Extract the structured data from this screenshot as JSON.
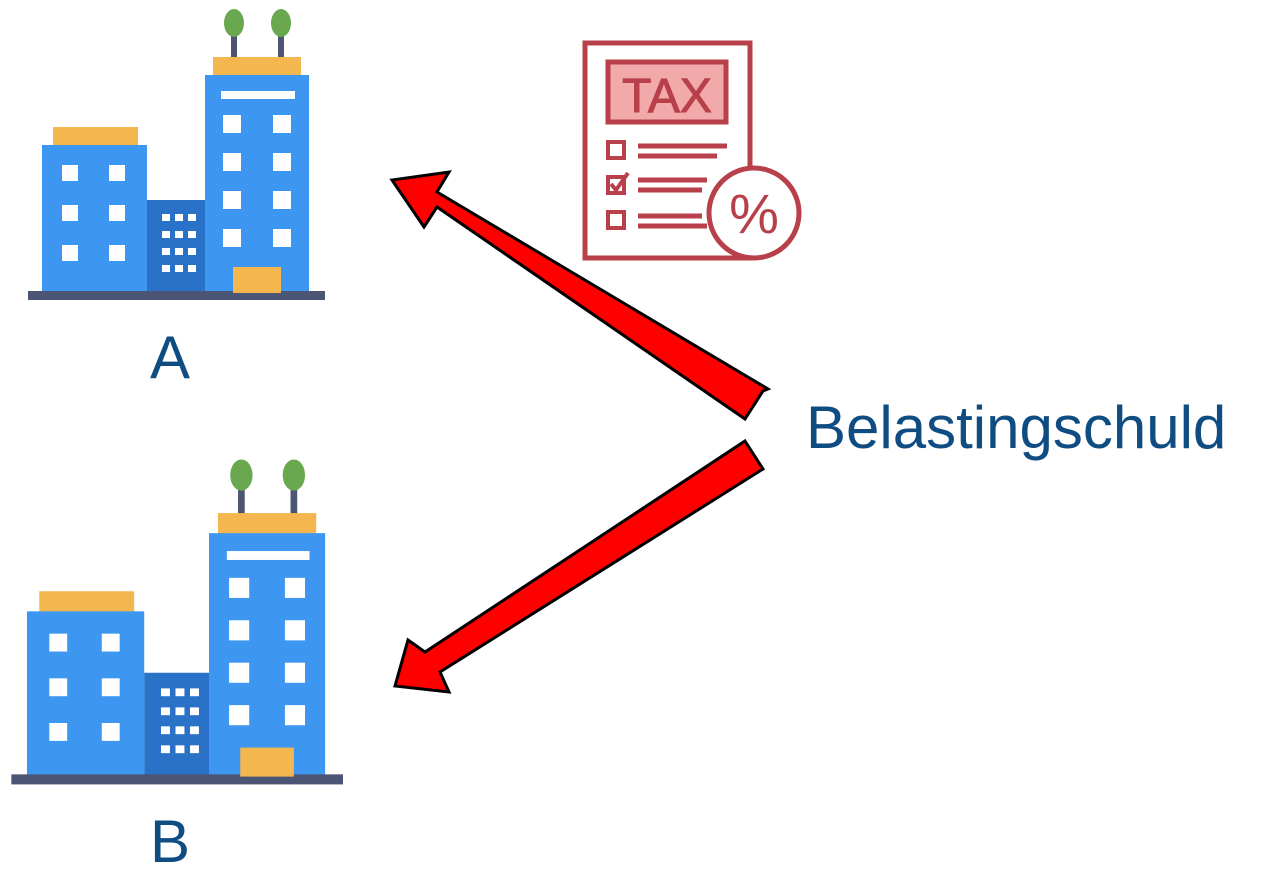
{
  "company_a": {
    "label": "A"
  },
  "company_b": {
    "label": "B"
  },
  "debt": {
    "label": "Belastingschuld"
  },
  "tax_document": {
    "title": "TAX",
    "symbol": "%"
  },
  "colors": {
    "label_text": "#0f4c82",
    "arrow_fill": "#ff0000",
    "tax_red": "#b8404a",
    "tax_fill": "#f2a9a9",
    "building_blue": "#3d97f0",
    "building_dark": "#2a72c8",
    "roof_orange": "#f4b64e",
    "ground": "#4c5573",
    "tree_green": "#6aa84f"
  },
  "icons": [
    "building-icon",
    "tax-document-icon",
    "arrow-icon"
  ]
}
